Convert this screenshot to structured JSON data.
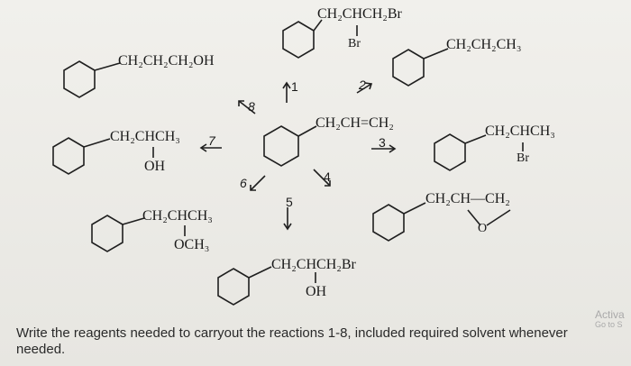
{
  "molecules": {
    "top_center_main": "CH₂CHCH₂Br",
    "top_center_sub": "Br",
    "left_upper": "CH₂CH₂CH₂OH",
    "right_upper": "CH₂CH₂CH₃",
    "left_mid_main": "CH₂CHCH₃",
    "left_mid_sub": "OH",
    "center_main": "CH₂CH=CH₂",
    "right_mid_main": "CH₂CHCH₃",
    "right_mid_sub": "Br",
    "left_lower_main": "CH₂CHCH₃",
    "left_lower_sub": "OCH₃",
    "right_lower_main": "CH₂CH—CH₂",
    "right_lower_sub": "O",
    "bottom_main": "CH₂CHCH₂Br",
    "bottom_sub": "OH"
  },
  "reaction_numbers": [
    "1",
    "2",
    "3",
    "4",
    "5",
    "6",
    "7",
    "8"
  ],
  "caption": "Write the reagents needed to carryout the reactions 1-8, included required solvent whenever needed.",
  "watermark": {
    "line1": "Activa",
    "line2": "Go to S"
  }
}
